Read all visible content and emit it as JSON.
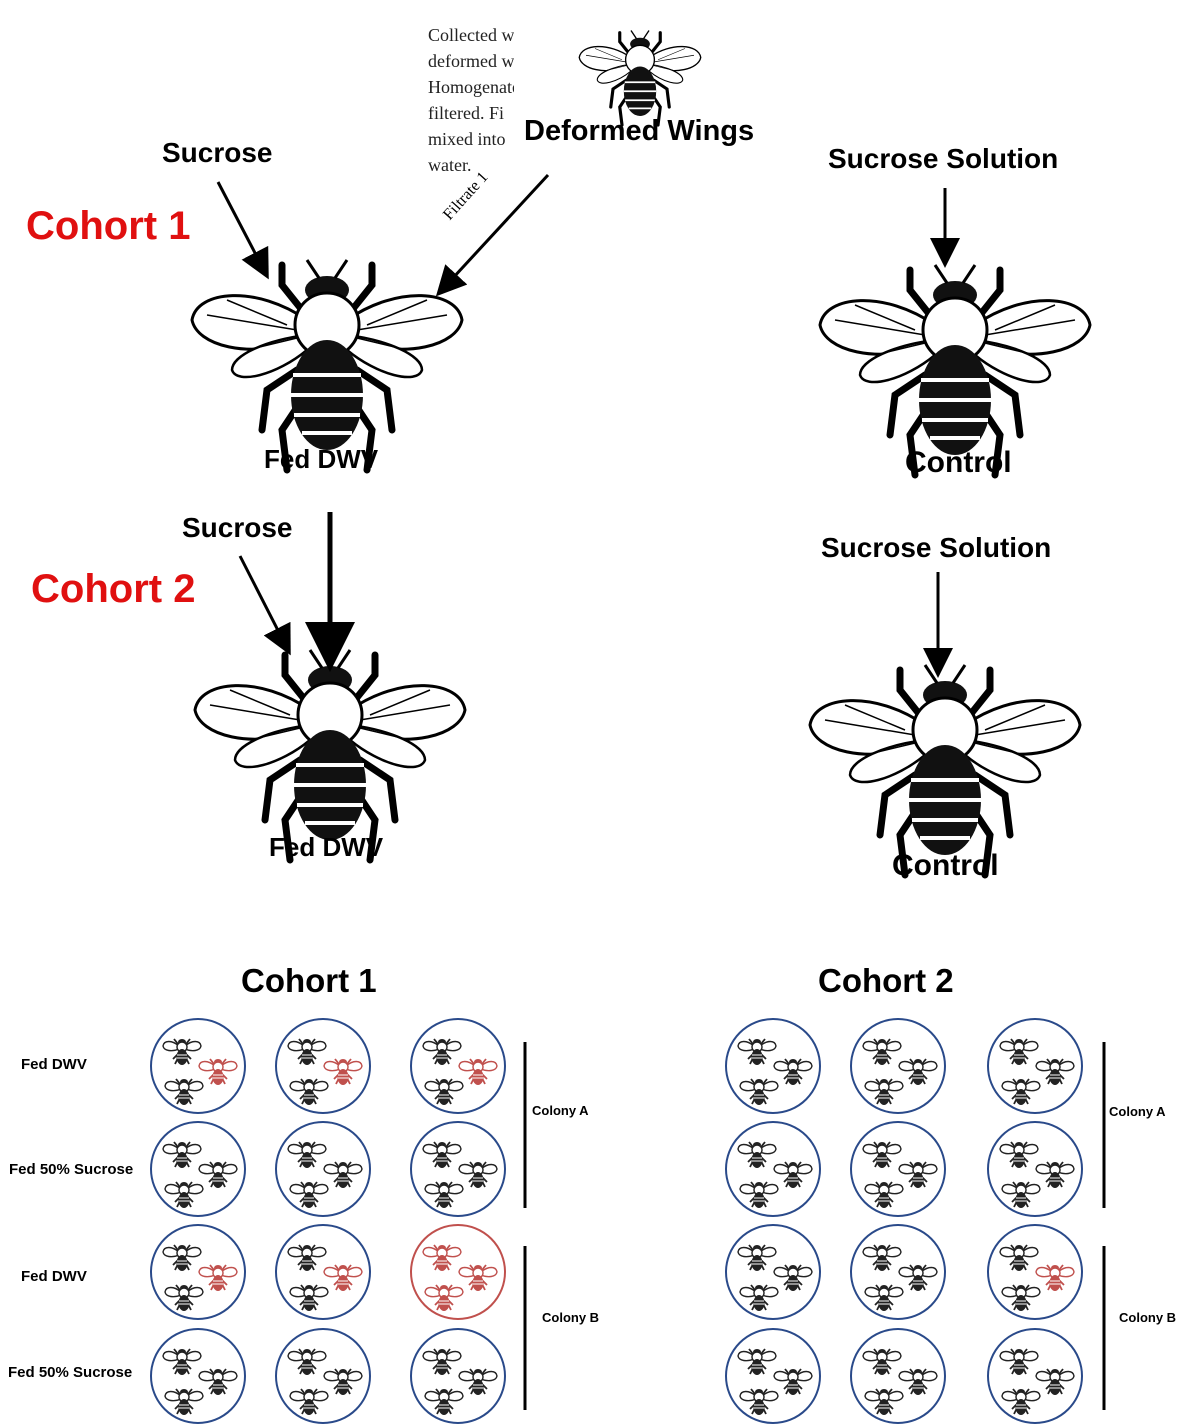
{
  "diagram": {
    "top_left": {
      "cohort1_label": "Cohort 1",
      "cohort2_label": "Cohort 2",
      "sucrose_1": "Sucrose",
      "sucrose_2": "Sucrose",
      "deformed_wings": "Deformed Wings",
      "filtrate": "Filtrate 1",
      "note_lines": [
        "Collected with",
        "deformed wings.",
        "Homogenated and",
        "filtered. Fi",
        "mixed into",
        "water."
      ],
      "fed_dwv_1": "Fed DWV",
      "fed_dwv_2": "Fed DWV"
    },
    "top_right": {
      "sucrose_solution_1": "Sucrose Solution",
      "sucrose_solution_2": "Sucrose Solution",
      "control_1": "Control",
      "control_2": "Control"
    },
    "bottom": {
      "cohort1_title": "Cohort 1",
      "cohort2_title": "Cohort 2",
      "row_labels": [
        "Fed DWV",
        "Fed 50% Sucrose",
        "Fed DWV",
        "Fed 50% Sucrose"
      ],
      "colony_a": "Colony A",
      "colony_b": "Colony B",
      "colony_a_2": "Colony A",
      "colony_b_2": "Colony B"
    },
    "colors": {
      "accent_red": "#e01010",
      "circle_blue": "#2a4a8a",
      "infected_bee": "#c0504d",
      "infected_circle": "#c0504d"
    }
  }
}
